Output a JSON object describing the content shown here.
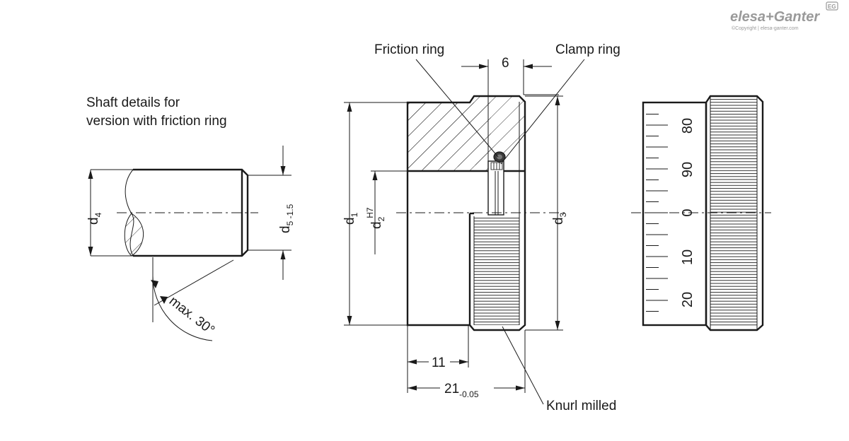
{
  "brand": {
    "name": "elesa+Ganter",
    "copyright": "©Copyright | elesa-ganter.com",
    "badge": "EG"
  },
  "shaft_view": {
    "caption_line1": "Shaft details for",
    "caption_line2": "version with friction ring",
    "d4_main": "d",
    "d4_sub": "4",
    "d5_main": "d",
    "d5_sub": "5 -1.5",
    "angle": "max. 30°"
  },
  "section_view": {
    "friction_ring": "Friction ring",
    "clamp_ring": "Clamp ring",
    "dim_6": "6",
    "d1_main": "d",
    "d1_sub": "1",
    "d2_main": "d",
    "d2_sub": "2",
    "d2_tol": "H7",
    "d3_main": "d",
    "d3_sub": "3",
    "dim_11": "11",
    "dim_21": "21",
    "dim_21_tol": "-0.05",
    "knurl": "Knurl milled"
  },
  "scale_view": {
    "labels": [
      "80",
      "90",
      "0",
      "10",
      "20"
    ]
  }
}
